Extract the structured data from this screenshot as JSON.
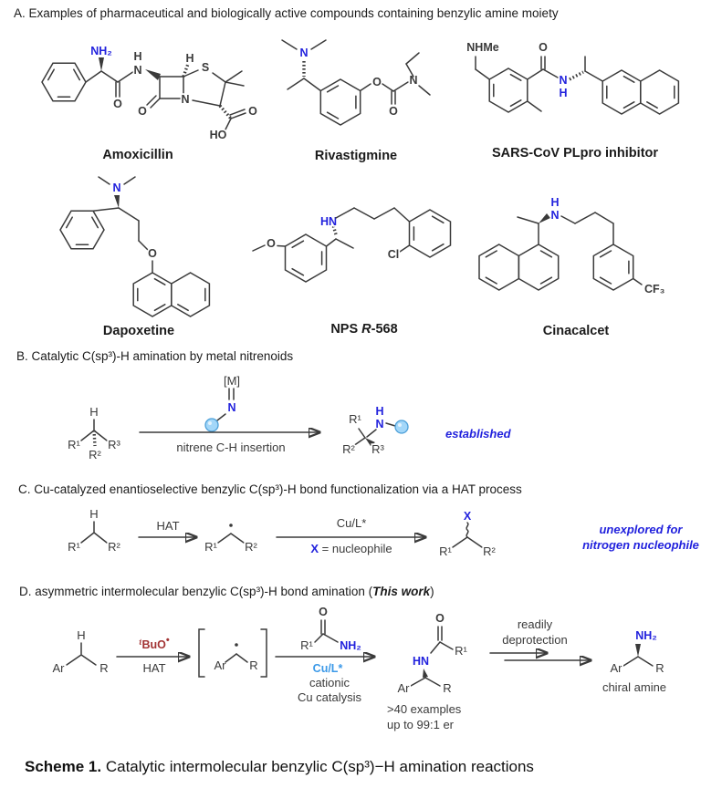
{
  "colors": {
    "bond": "#3a3a3a",
    "nitrogen_blue": "#2222dd",
    "radical_red": "#a23333",
    "copper_light_blue": "#3b99e8",
    "sphere_fill": "#a3d7f9"
  },
  "section_a": {
    "heading": "A. Examples of pharmaceutical and biologically active compounds containing benzylic amine moiety",
    "compounds": [
      {
        "name": "Amoxicillin",
        "labels": {
          "nh2": "NH₂",
          "h_amide": "H",
          "n_amide": "N",
          "o_amide": "O",
          "h_ring": "H",
          "s": "S",
          "n_lactam": "N",
          "o_lactam": "O",
          "o_acid": "O",
          "ho": "HO"
        }
      },
      {
        "name": "Rivastigmine",
        "labels": {
          "n_amine": "N",
          "o_ester": "O",
          "o_carbonyl": "O",
          "n_carbamate": "N"
        }
      },
      {
        "name": "SARS-CoV PLpro inhibitor",
        "labels": {
          "nhme": "NHMe",
          "o": "O",
          "n": "N",
          "h": "H"
        }
      },
      {
        "name": "Dapoxetine",
        "labels": {
          "n": "N",
          "o": "O"
        }
      },
      {
        "name_pre": "NPS ",
        "name_it": "R",
        "name_post": "-568",
        "labels": {
          "o": "O",
          "hn": "HN",
          "cl": "Cl"
        }
      },
      {
        "name": "Cinacalcet",
        "labels": {
          "h": "H",
          "n": "N",
          "cf3": "CF₃"
        }
      }
    ]
  },
  "section_b": {
    "heading": "B. Catalytic C(sp³)-H amination by metal nitrenoids",
    "substrate": {
      "h": "H",
      "r1": "R¹",
      "r2": "R²",
      "r3": "R³"
    },
    "nitrene": {
      "m": "[M]",
      "n": "N"
    },
    "arrow_label": "nitrene C-H insertion",
    "product": {
      "r1": "R¹",
      "h": "H",
      "n": "N",
      "r2": "R²",
      "r3": "R³"
    },
    "note": "established"
  },
  "section_c": {
    "heading": "C. Cu-catalyzed enantioselective benzylic C(sp³)-H bond functionalization via a HAT process",
    "substrate": {
      "h": "H",
      "r1": "R¹",
      "r2": "R²"
    },
    "arrow1_label": "HAT",
    "intermediate": {
      "r1": "R¹",
      "r2": "R²"
    },
    "arrow2_top": "Cu/L*",
    "arrow2_bottom_x": "X",
    "arrow2_bottom": " = nucleophile",
    "product": {
      "x": "X",
      "r1": "R¹",
      "r2": "R²"
    },
    "note_line1": "unexplored for",
    "note_line2": "nitrogen nucleophile"
  },
  "section_d": {
    "heading_prefix": "D. asymmetric intermolecular benzylic C(sp³)-H bond amination (",
    "heading_emphasis": "This work",
    "heading_suffix": ")",
    "substrate": {
      "h": "H",
      "ar": "Ar",
      "r": "R"
    },
    "arrow1_t": "t",
    "arrow1_main": "BuO",
    "arrow1_dot": "•",
    "arrow1_bottom": "HAT",
    "intermediate": {
      "ar": "Ar",
      "r": "R"
    },
    "amide": {
      "r1": "R¹",
      "o": "O",
      "nh2": "NH₂"
    },
    "arrow2_bottom1": "Cu/L*",
    "arrow2_bottom2": "cationic",
    "arrow2_bottom3": "Cu catalysis",
    "product": {
      "o": "O",
      "r1": "R¹",
      "hn": "HN",
      "ar": "Ar",
      "r": "R"
    },
    "product_note1": ">40 examples",
    "product_note2": "up to 99:1 er",
    "arrow3_top1": "readily",
    "arrow3_top2": "deprotection",
    "final": {
      "nh2": "NH₂",
      "ar": "Ar",
      "r": "R"
    },
    "final_caption": "chiral amine"
  },
  "caption": {
    "label": "Scheme 1.",
    "text": " Catalytic intermolecular benzylic C(sp³)−H amination reactions"
  }
}
